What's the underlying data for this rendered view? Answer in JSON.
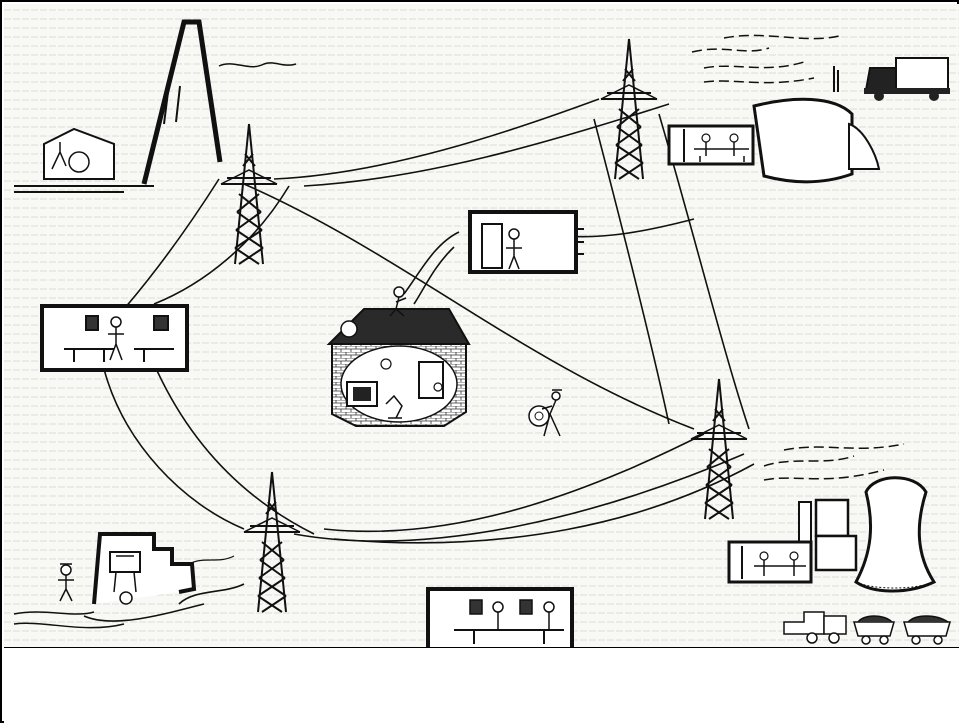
{
  "diagram": {
    "caption": "",
    "colors": {
      "ink": "#111111",
      "paper": "#f7f7f4",
      "dark": "#2a2a2a"
    },
    "elements": [
      "hydro-dam-power-station",
      "pylon",
      "control-room",
      "substation",
      "house",
      "worker-on-roof",
      "thermal-power-station",
      "truck",
      "cooling-tower",
      "coal-train",
      "water-turbine-station",
      "technician"
    ]
  }
}
